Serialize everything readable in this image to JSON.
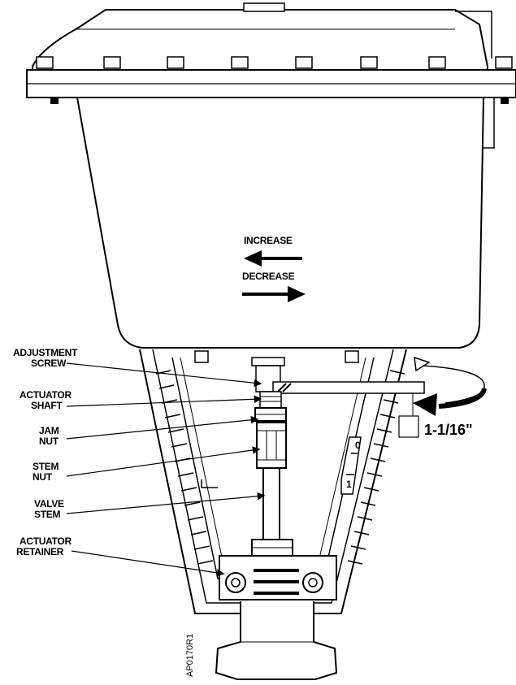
{
  "labels": {
    "increase": "INCREASE",
    "decrease": "DECREASE",
    "adjustment_screw": [
      "ADJUSTMENT",
      "SCREW"
    ],
    "actuator_shaft": [
      "ACTUATOR",
      "SHAFT"
    ],
    "jam_nut": [
      "JAM",
      "NUT"
    ],
    "stem_nut": [
      "STEM",
      "NUT"
    ],
    "valve_stem": [
      "VALVE",
      "STEM"
    ],
    "actuator_retainer": [
      "ACTUATOR",
      "RETAINER"
    ],
    "wrench_size": "1-1/16\"",
    "scale_0": "0",
    "scale_1": "1",
    "figure_code": "AP0170R1"
  }
}
